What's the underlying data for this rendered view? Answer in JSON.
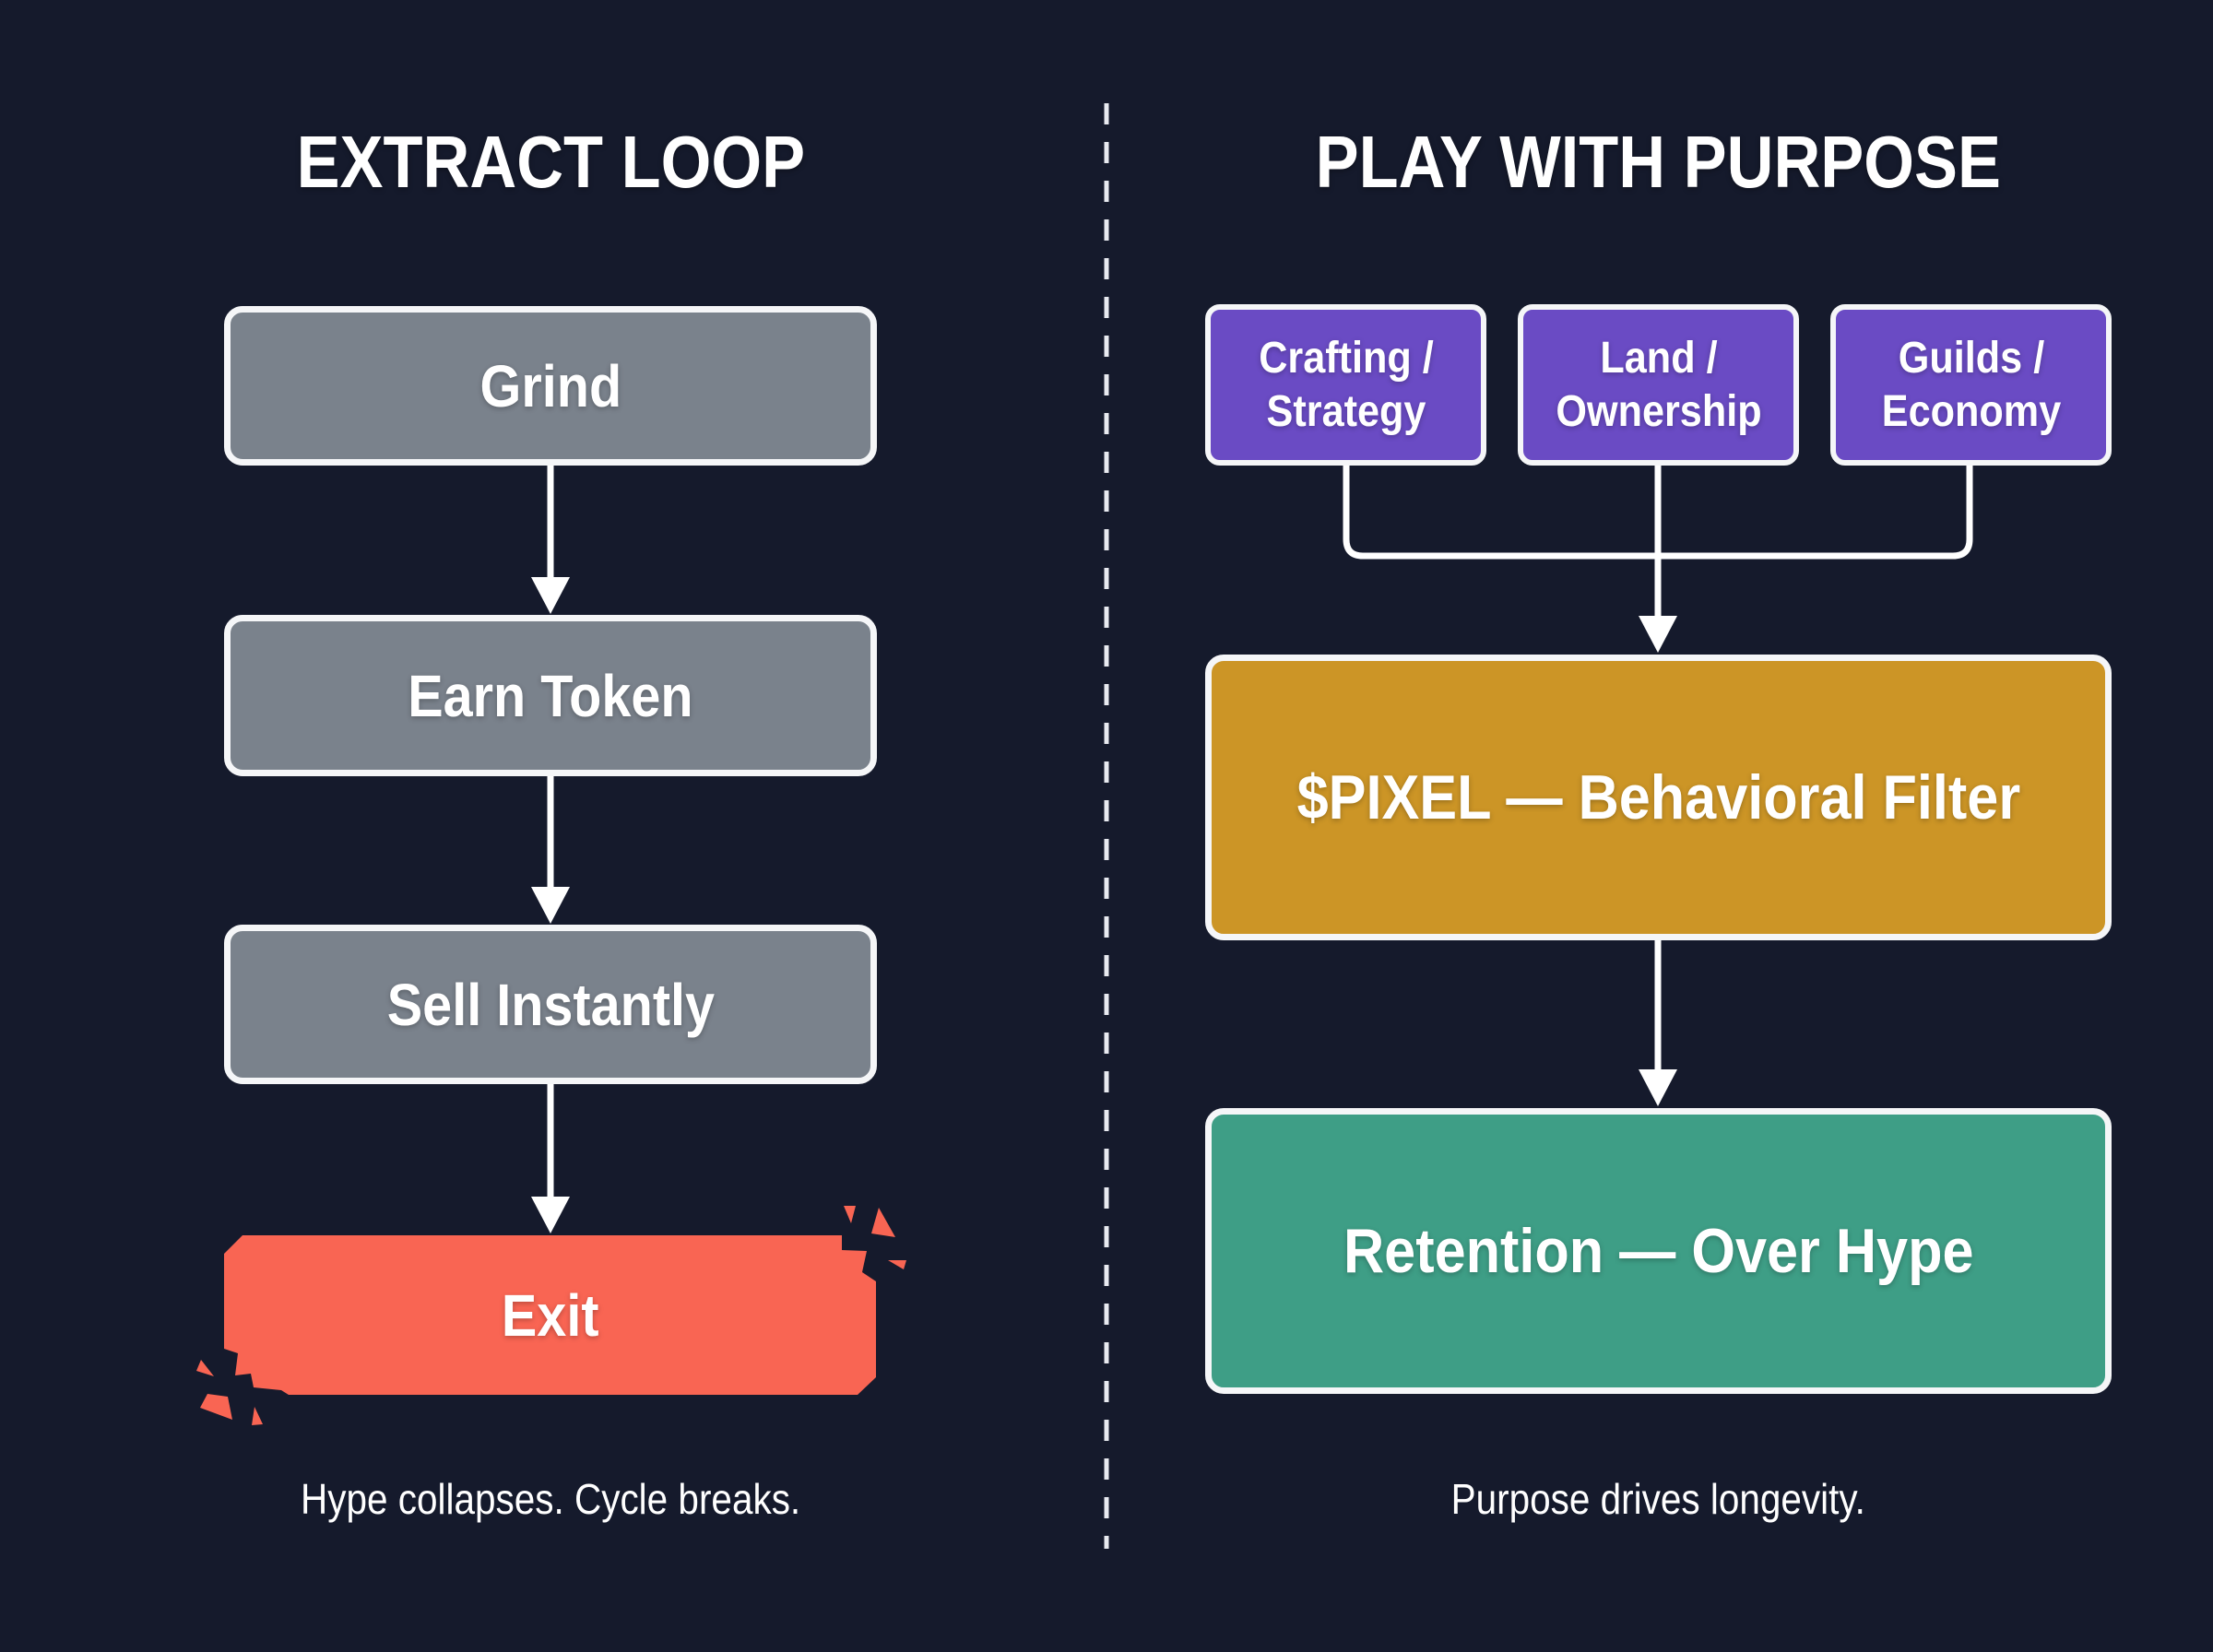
{
  "left_panel": {
    "title": "EXTRACT LOOP",
    "steps": [
      {
        "label": "Grind"
      },
      {
        "label": "Earn Token"
      },
      {
        "label": "Sell Instantly"
      },
      {
        "label": "Exit"
      }
    ],
    "caption": "Hype collapses. Cycle breaks."
  },
  "right_panel": {
    "title": "PLAY WITH PURPOSE",
    "inputs": [
      {
        "label": "Crafting / Strategy"
      },
      {
        "label": "Land / Ownership"
      },
      {
        "label": "Guilds / Economy"
      }
    ],
    "filter": {
      "label": "$PIXEL — Behavioral Filter"
    },
    "outcome": {
      "label": "Retention — Over Hype"
    },
    "caption": "Purpose drives longevity."
  },
  "colors": {
    "background": "#151a2c",
    "step_gray": "#7a828c",
    "exit_red": "#f96553",
    "input_purple": "#6a4bc4",
    "filter_gold": "#cc9526",
    "outcome_green": "#3e9e86",
    "line_white": "#f5f6f8"
  }
}
